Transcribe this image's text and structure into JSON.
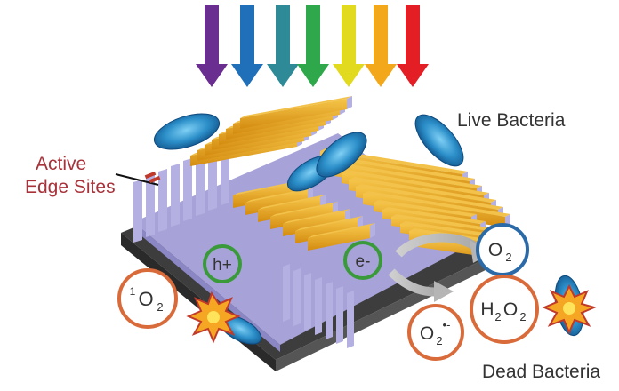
{
  "labels": {
    "live_bacteria": "Live Bacteria",
    "dead_bacteria": "Dead Bacteria",
    "active_edge_line1": "Active",
    "active_edge_line2": "Edge Sites"
  },
  "charges": {
    "hole": "h+",
    "electron": "e-"
  },
  "species": {
    "singlet_oxygen": {
      "prefix": "1",
      "base": "O",
      "sub": "2"
    },
    "oxygen": {
      "base": "O",
      "sub": "2"
    },
    "hydrogen_peroxide": {
      "p1": "H",
      "s1": "2",
      "p2": "O",
      "s2": "2"
    },
    "superoxide": {
      "base": "O",
      "sub": "2",
      "sup": "•-"
    }
  },
  "colors": {
    "light_spectrum": [
      "#6a2d90",
      "#1f70b8",
      "#2e8a96",
      "#2ea84a",
      "#e2da1e",
      "#f2a81a",
      "#e31e24"
    ],
    "slab_edge": "#e8a317",
    "substrate": "#a7a2d8",
    "base": "#4a4a4a",
    "bacteria": "#2c8fc9",
    "hole_circle": "#3a9a3a",
    "ros_circle": "#d96a3a",
    "o2_circle": "#2a6aa8",
    "edge_label": "#a8323a"
  }
}
